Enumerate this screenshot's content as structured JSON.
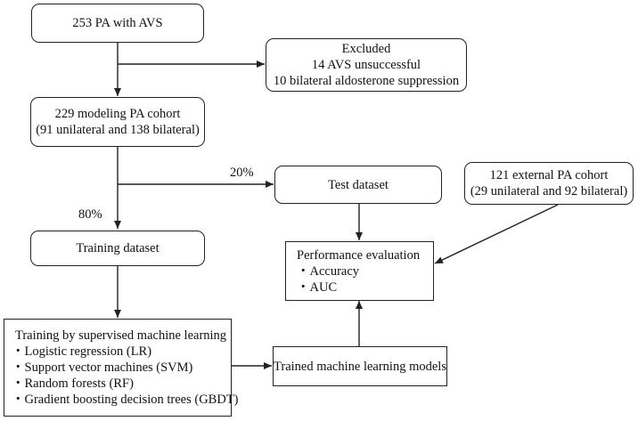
{
  "nodes": {
    "start": [
      "253 PA with AVS"
    ],
    "excluded": [
      "Excluded",
      "14 AVS unsuccessful",
      "10 bilateral aldosterone suppression"
    ],
    "modeling": [
      "229 modeling PA cohort",
      "(91 unilateral and 138 bilateral)"
    ],
    "test": [
      "Test dataset"
    ],
    "external": [
      "121 external PA cohort",
      "(29 unilateral and 92 bilateral)"
    ],
    "training": [
      "Training dataset"
    ],
    "performance": [
      "Performance evaluation",
      "・Accuracy",
      "・AUC"
    ],
    "supervised": [
      "Training by supervised machine learning",
      "・Logistic regression (LR)",
      "・Support vector machines (SVM)",
      "・Random forests (RF)",
      "・Gradient boosting decision trees (GBDT)"
    ],
    "trained": [
      "Trained machine learning models"
    ]
  },
  "labels": {
    "test_split": "20%",
    "train_split": "80%"
  }
}
